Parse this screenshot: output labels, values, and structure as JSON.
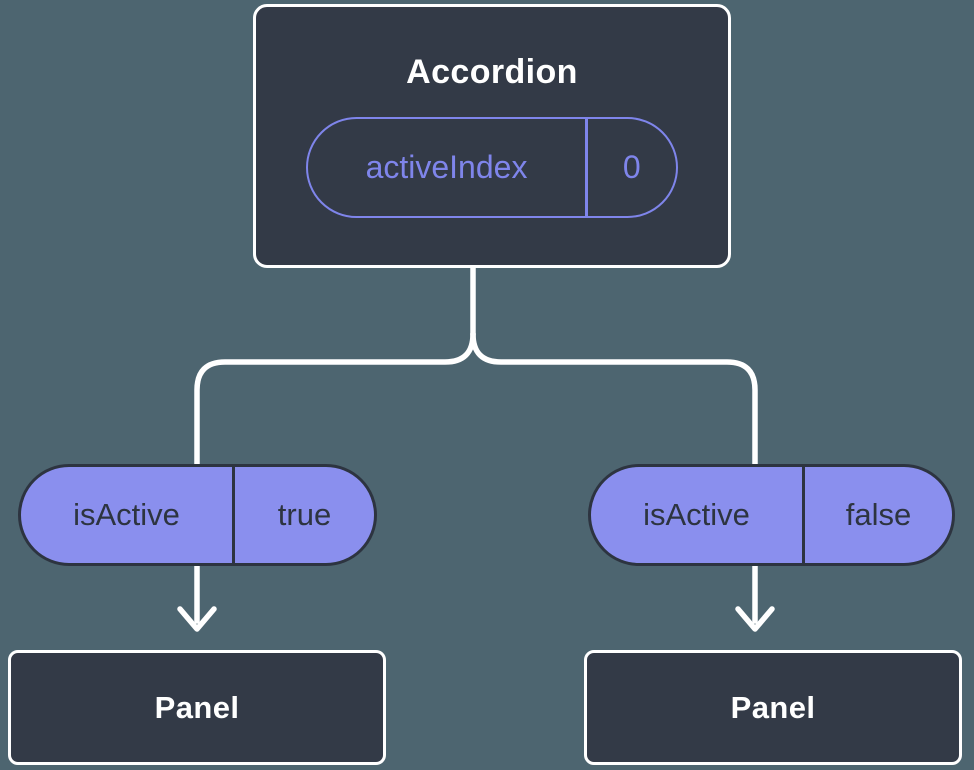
{
  "colors": {
    "background": "#4d6570",
    "node_fill": "#333a47",
    "node_border": "#ffffff",
    "accent": "#7f85eb",
    "pill_fill": "#8a8fee",
    "pill_dark": "#2d3440",
    "connector": "#ffffff"
  },
  "tree": {
    "root": {
      "title": "Accordion",
      "prop": {
        "name": "activeIndex",
        "value": "0"
      }
    },
    "branches": [
      {
        "prop": {
          "name": "isActive",
          "value": "true"
        },
        "child": {
          "title": "Panel"
        }
      },
      {
        "prop": {
          "name": "isActive",
          "value": "false"
        },
        "child": {
          "title": "Panel"
        }
      }
    ]
  }
}
